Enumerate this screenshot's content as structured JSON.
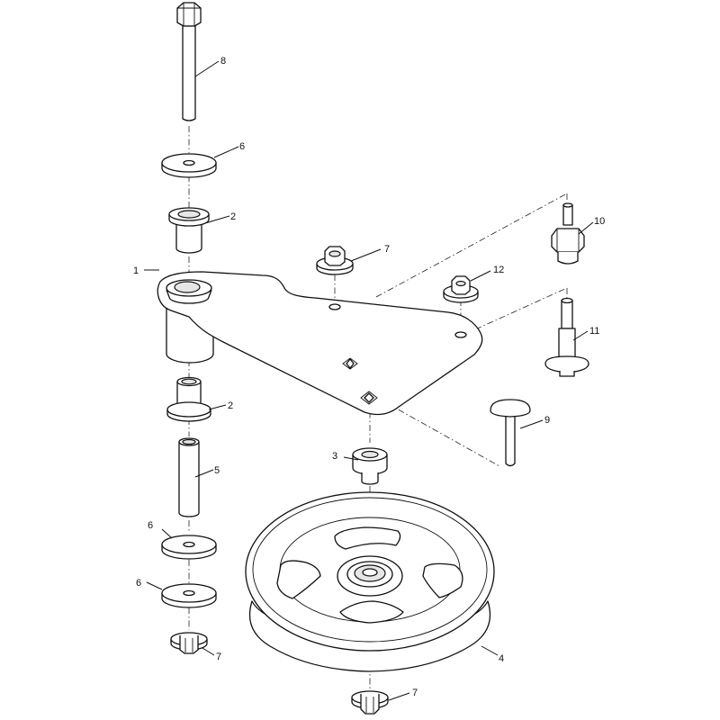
{
  "callouts": {
    "c1": "1",
    "c2a": "2",
    "c2b": "2",
    "c3": "3",
    "c4": "4",
    "c5": "5",
    "c6a": "6",
    "c6b": "6",
    "c6c": "6",
    "c7a": "7",
    "c7b": "7",
    "c7c": "7",
    "c8": "8",
    "c9": "9",
    "c10": "10",
    "c11": "11",
    "c12": "12"
  }
}
